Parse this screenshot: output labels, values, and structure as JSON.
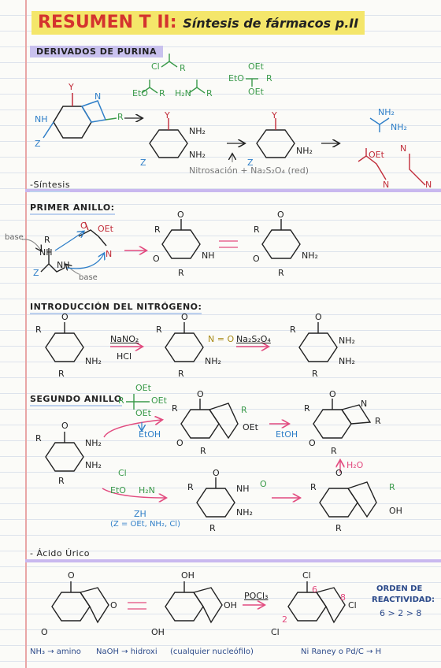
{
  "header": {
    "title_main": "RESUMEN T II:",
    "title_sub": "Síntesis de fármacos p.II"
  },
  "sections": {
    "derivados": "DERIVADOS DE PURINA",
    "sintesis": "-Síntesis",
    "primer_anillo": "PRIMER ANILLO:",
    "nitrogeno": "INTRODUCCIÓN DEL NITRÓGENO:",
    "segundo_anillo": "SEGUNDO ANILLO",
    "acido_urico": "- Ácido Úrico"
  },
  "reagents": {
    "nitrosacion": "Nitrosación + Na₂S₂O₄ (red)",
    "nano2": "NaNO₂",
    "hcl": "HCl",
    "na2s2o4": "Na₂S₂O₄",
    "etoh_1": "EtOH",
    "etoh_2": "EtOH",
    "h2o": "H₂O",
    "zh": "ZH",
    "z_options": "(Z = OEt, NH₂, Cl)",
    "pocl3": "POCl₃",
    "base_1": "base",
    "base_2": "base",
    "oet": "OEt",
    "nitroso": "N = O"
  },
  "reactivity": {
    "title_1": "ORDEN DE",
    "title_2": "REACTIVIDAD:",
    "order": "6 > 2 > 8"
  },
  "footer": {
    "amino": "NH₃ → amino",
    "hidroxi": "NaOH → hidroxi",
    "nucleofilo": "(cualquier nucleófilo)",
    "hidrogeno": "Ni Raney o Pd/C → H"
  },
  "atoms": {
    "Y": "Y",
    "R": "R",
    "NH2": "NH₂",
    "NH": "NH",
    "N": "N",
    "H": "H",
    "Z": "Z",
    "O": "O",
    "OH": "OH",
    "Cl": "Cl",
    "OEt": "OEt",
    "EtO": "EtO",
    "H2N": "H₂N",
    "num_6": "6",
    "num_2": "2",
    "num_8": "8"
  },
  "colors": {
    "title_bg": "#f4e66a",
    "title_text": "#d4332e",
    "highlight": "#c9c1ee",
    "blue": "#2f7fc8",
    "red": "#c22d3a",
    "green": "#3a9a4a",
    "pink": "#e24b7f"
  }
}
